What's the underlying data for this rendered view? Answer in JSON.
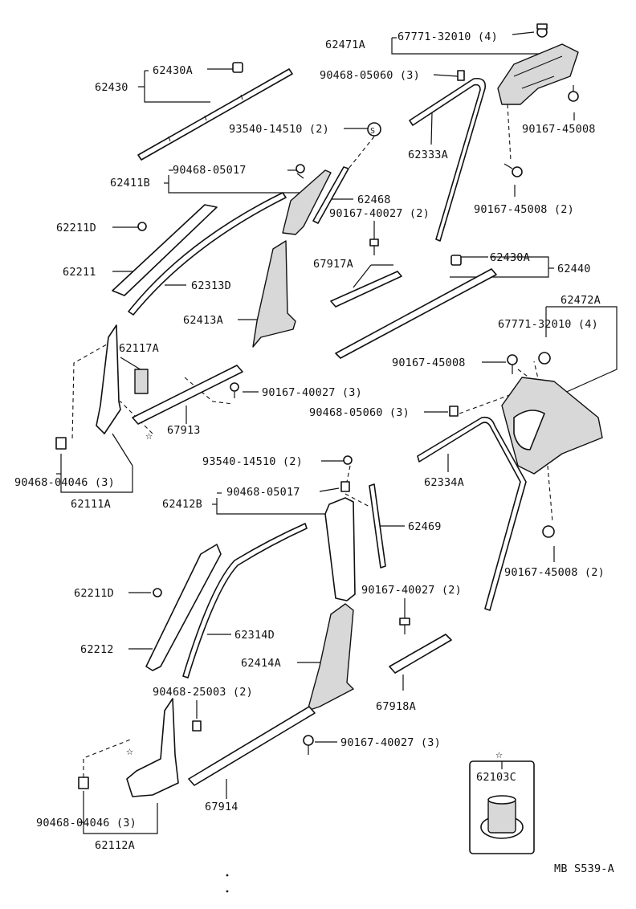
{
  "callouts": [
    {
      "id": "c01",
      "text": "62471A"
    },
    {
      "id": "c02",
      "text": "67771-32010 (4)"
    },
    {
      "id": "c03",
      "text": "62430A"
    },
    {
      "id": "c04",
      "text": "62430"
    },
    {
      "id": "c05",
      "text": "90468-05060 (3)"
    },
    {
      "id": "c06",
      "text": "90167-45008"
    },
    {
      "id": "c07",
      "text": "93540-14510 (2)"
    },
    {
      "id": "c08",
      "text": "62333A"
    },
    {
      "id": "c09",
      "text": "90468-05017"
    },
    {
      "id": "c10",
      "text": "62411B"
    },
    {
      "id": "c11",
      "text": "62468"
    },
    {
      "id": "c12",
      "text": "90167-40027 (2)"
    },
    {
      "id": "c13",
      "text": "90167-45008  (2)"
    },
    {
      "id": "c14",
      "text": "62211D"
    },
    {
      "id": "c15",
      "text": "62211"
    },
    {
      "id": "c16",
      "text": "67917A"
    },
    {
      "id": "c17",
      "text": "62430A"
    },
    {
      "id": "c18",
      "text": "62440"
    },
    {
      "id": "c19",
      "text": "62313D"
    },
    {
      "id": "c20",
      "text": "62413A"
    },
    {
      "id": "c21",
      "text": "62472A"
    },
    {
      "id": "c22",
      "text": "62117A"
    },
    {
      "id": "c23",
      "text": "67771-32010 (4)"
    },
    {
      "id": "c24",
      "text": "90167-45008"
    },
    {
      "id": "c25",
      "text": "90167-40027 (3)"
    },
    {
      "id": "c26",
      "text": "90468-05060 (3)"
    },
    {
      "id": "c27",
      "text": "67913"
    },
    {
      "id": "c28",
      "text": "90468-04046 (3)"
    },
    {
      "id": "c29",
      "text": "62111A"
    },
    {
      "id": "c30",
      "text": "93540-14510 (2)"
    },
    {
      "id": "c31",
      "text": "62334A"
    },
    {
      "id": "c32",
      "text": "62412B"
    },
    {
      "id": "c33",
      "text": "90468-05017"
    },
    {
      "id": "c34",
      "text": "62469"
    },
    {
      "id": "c35",
      "text": "90167-45008  (2)"
    },
    {
      "id": "c36",
      "text": "62211D"
    },
    {
      "id": "c37",
      "text": "90167-40027 (2)"
    },
    {
      "id": "c38",
      "text": "62314D"
    },
    {
      "id": "c39",
      "text": "62212"
    },
    {
      "id": "c40",
      "text": "62414A"
    },
    {
      "id": "c41",
      "text": "67918A"
    },
    {
      "id": "c42",
      "text": "90468-25003 (2)"
    },
    {
      "id": "c43",
      "text": "90167-40027 (3)"
    },
    {
      "id": "c44",
      "text": "62103C"
    },
    {
      "id": "c45",
      "text": "90468-04046 (3)"
    },
    {
      "id": "c46",
      "text": "67914"
    },
    {
      "id": "c47",
      "text": "62112A"
    },
    {
      "id": "c48",
      "text": "MB S539-A"
    }
  ],
  "symbols": {
    "star": "☆",
    "s_mark": "S"
  }
}
